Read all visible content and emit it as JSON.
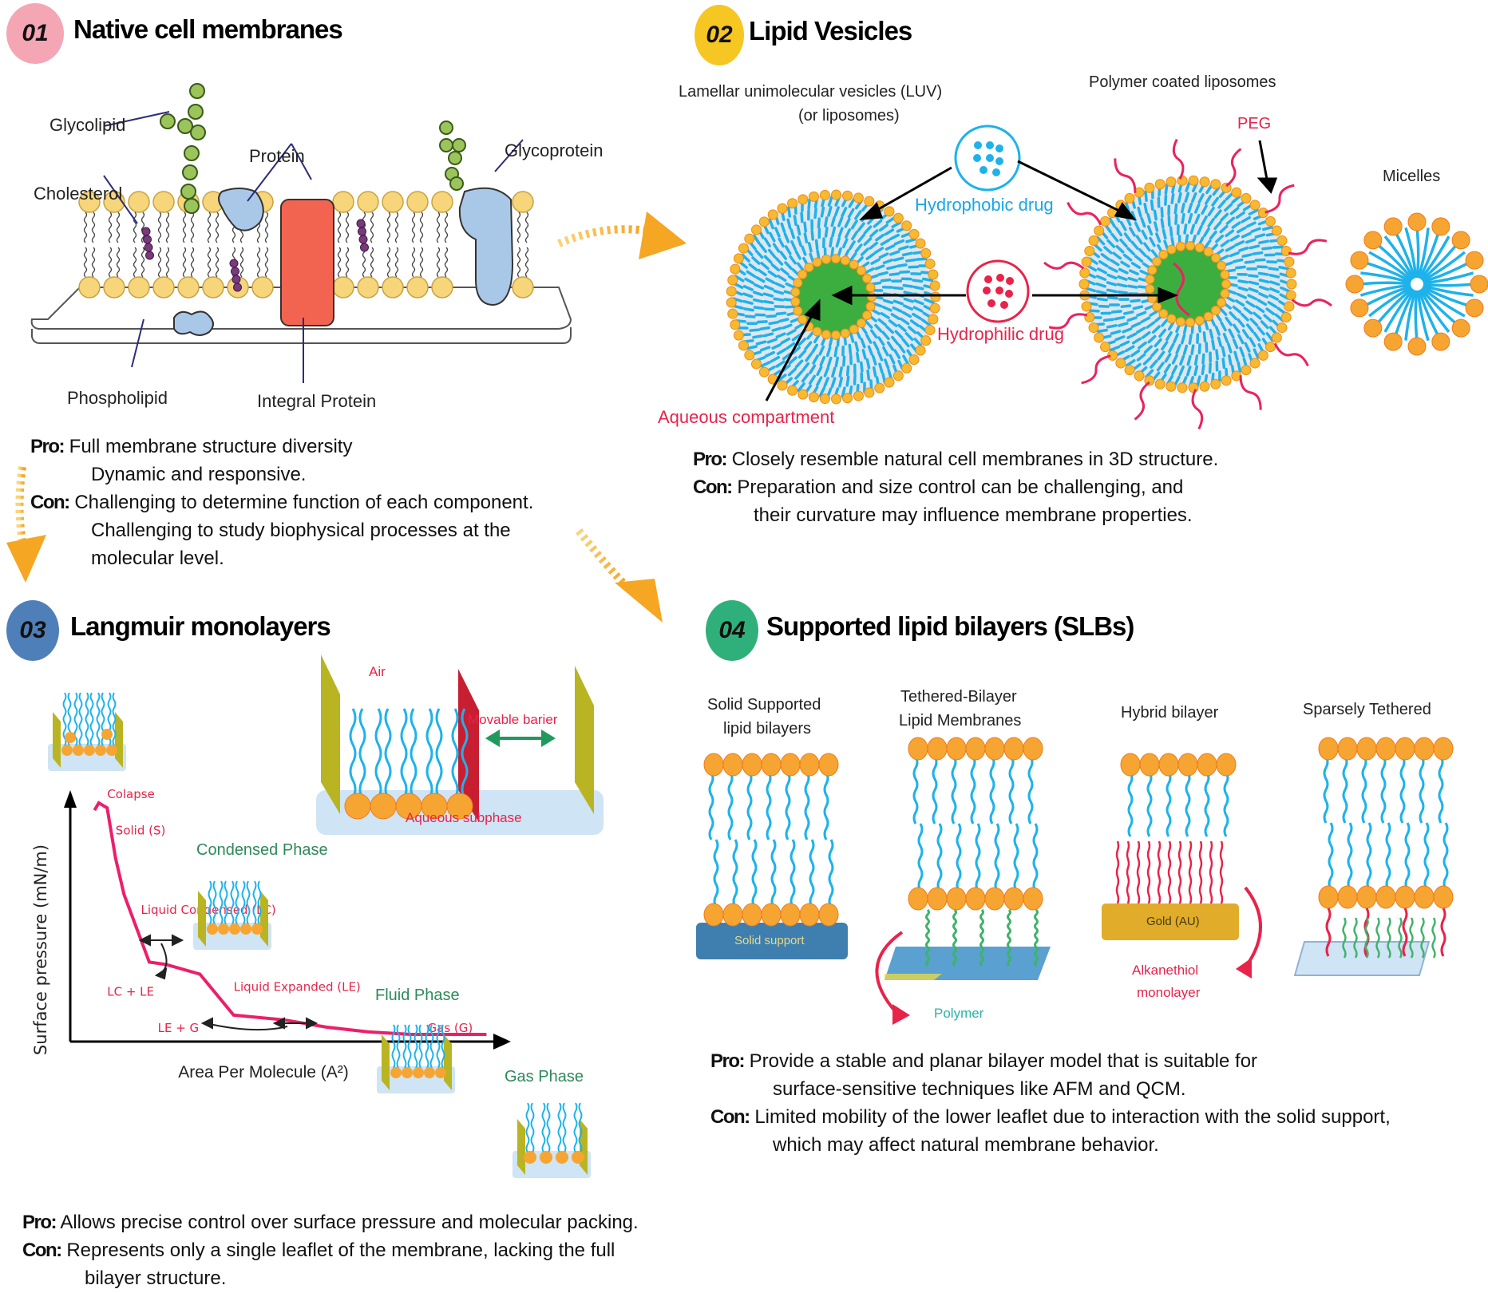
{
  "sections": {
    "s1": {
      "number": "01",
      "title": "Native cell membranes",
      "badge_color": "#f4a6b4",
      "labels": {
        "glycolipid": "Glycolipid",
        "cholesterol": "Cholesterol",
        "protein": "Protein",
        "glycoprotein": "Glycoprotein",
        "phospholipid": "Phospholipid",
        "integral_protein": "Integral Protein"
      },
      "pro_label": "Pro:",
      "pro_lines": [
        "Full membrane structure diversity",
        "Dynamic and responsive."
      ],
      "con_label": "Con:",
      "con_lines": [
        "Challenging to determine function of each component.",
        "Challenging to study biophysical processes at the",
        "molecular level."
      ]
    },
    "s2": {
      "number": "02",
      "title": "Lipid Vesicles",
      "badge_color": "#f6c623",
      "labels": {
        "luv_line1": "Lamellar unimolecular vesicles (LUV)",
        "luv_line2": "(or liposomes)",
        "polymer_coated": "Polymer coated liposomes",
        "peg": "PEG",
        "micelles": "Micelles",
        "hydrophobic_drug": "Hydrophobic drug",
        "hydrophilic_drug": "Hydrophilic drug",
        "aqueous_compartment": "Aqueous compartment"
      },
      "pro_label": "Pro:",
      "pro_lines": [
        "Closely resemble natural cell membranes in 3D structure."
      ],
      "con_label": "Con:",
      "con_lines": [
        "Preparation and size control can be challenging, and",
        "their curvature may influence membrane properties."
      ]
    },
    "s3": {
      "number": "03",
      "title": "Langmuir monolayers",
      "badge_color": "#4f7fb8",
      "labels": {
        "air": "Air",
        "movable_barrier": "Movable barier",
        "aqueous_subphase": "Aqueous subphase",
        "condensed_phase": "Condensed Phase",
        "fluid_phase": "Fluid Phase",
        "gas_phase": "Gas Phase"
      },
      "pro_label": "Pro:",
      "pro_lines": [
        "Allows precise control over surface pressure and molecular packing."
      ],
      "con_label": "Con:",
      "con_lines": [
        "Represents only a single leaflet of the membrane, lacking the full",
        "bilayer structure."
      ]
    },
    "s4": {
      "number": "04",
      "title": "Supported lipid bilayers (SLBs)",
      "badge_color": "#2fb07a",
      "models": [
        {
          "line1": "Solid Supported",
          "line2": "lipid bilayers",
          "support_label": "Solid support"
        },
        {
          "line1": "Tethered-Bilayer",
          "line2": "Lipid Membranes",
          "support_label": "Polymer"
        },
        {
          "line1": "Hybrid bilayer",
          "line2": "",
          "support_label": "Gold (AU)",
          "extra1": "Alkanethiol",
          "extra2": "monolayer"
        },
        {
          "line1": "Sparsely Tethered",
          "line2": "",
          "support_label": ""
        }
      ],
      "pro_label": "Pro:",
      "pro_lines": [
        "Provide a stable and planar bilayer model that is suitable for",
        "surface-sensitive techniques like AFM and QCM."
      ],
      "con_label": "Con:",
      "con_lines": [
        "Limited mobility of the lower leaflet due to interaction with the solid support,",
        "which may affect natural membrane behavior."
      ]
    }
  },
  "colors": {
    "lipid_head": "#f6c04a",
    "lipid_tail": "#1eb2ea",
    "peg": "#e8235f",
    "aqueous": "#3cae3f",
    "arrow_orange": "#f5a623",
    "isotherm": "#ec1f6a"
  },
  "chart_data": {
    "type": "line",
    "title": "Surface pressure–area isotherm",
    "xlabel": "Area Per Molecule (A²)",
    "ylabel": "Surface pressure (mN/m)",
    "grid": false,
    "series": [
      {
        "name": "isotherm",
        "x": [
          0.05,
          0.06,
          0.08,
          0.1,
          0.12,
          0.18,
          0.22,
          0.3,
          0.38,
          0.5,
          0.6,
          0.7,
          0.8,
          0.9,
          0.98
        ],
        "y": [
          0.95,
          0.98,
          0.96,
          0.75,
          0.6,
          0.32,
          0.31,
          0.27,
          0.1,
          0.08,
          0.05,
          0.03,
          0.02,
          0.02,
          0.02
        ]
      }
    ],
    "annotations": [
      {
        "text": "Colapse",
        "x": 0.08,
        "y": 1.0
      },
      {
        "text": "Solid (S)",
        "x": 0.1,
        "y": 0.85
      },
      {
        "text": "Liquid Condensed (LC)",
        "x": 0.16,
        "y": 0.52
      },
      {
        "text": "LC + LE",
        "x": 0.08,
        "y": 0.18
      },
      {
        "text": "Liquid Expanded (LE)",
        "x": 0.38,
        "y": 0.2
      },
      {
        "text": "LE + G",
        "x": 0.2,
        "y": 0.03
      },
      {
        "text": "Gas (G)",
        "x": 0.84,
        "y": 0.03
      }
    ],
    "xlim": [
      0,
      1
    ],
    "ylim": [
      0,
      1
    ]
  }
}
